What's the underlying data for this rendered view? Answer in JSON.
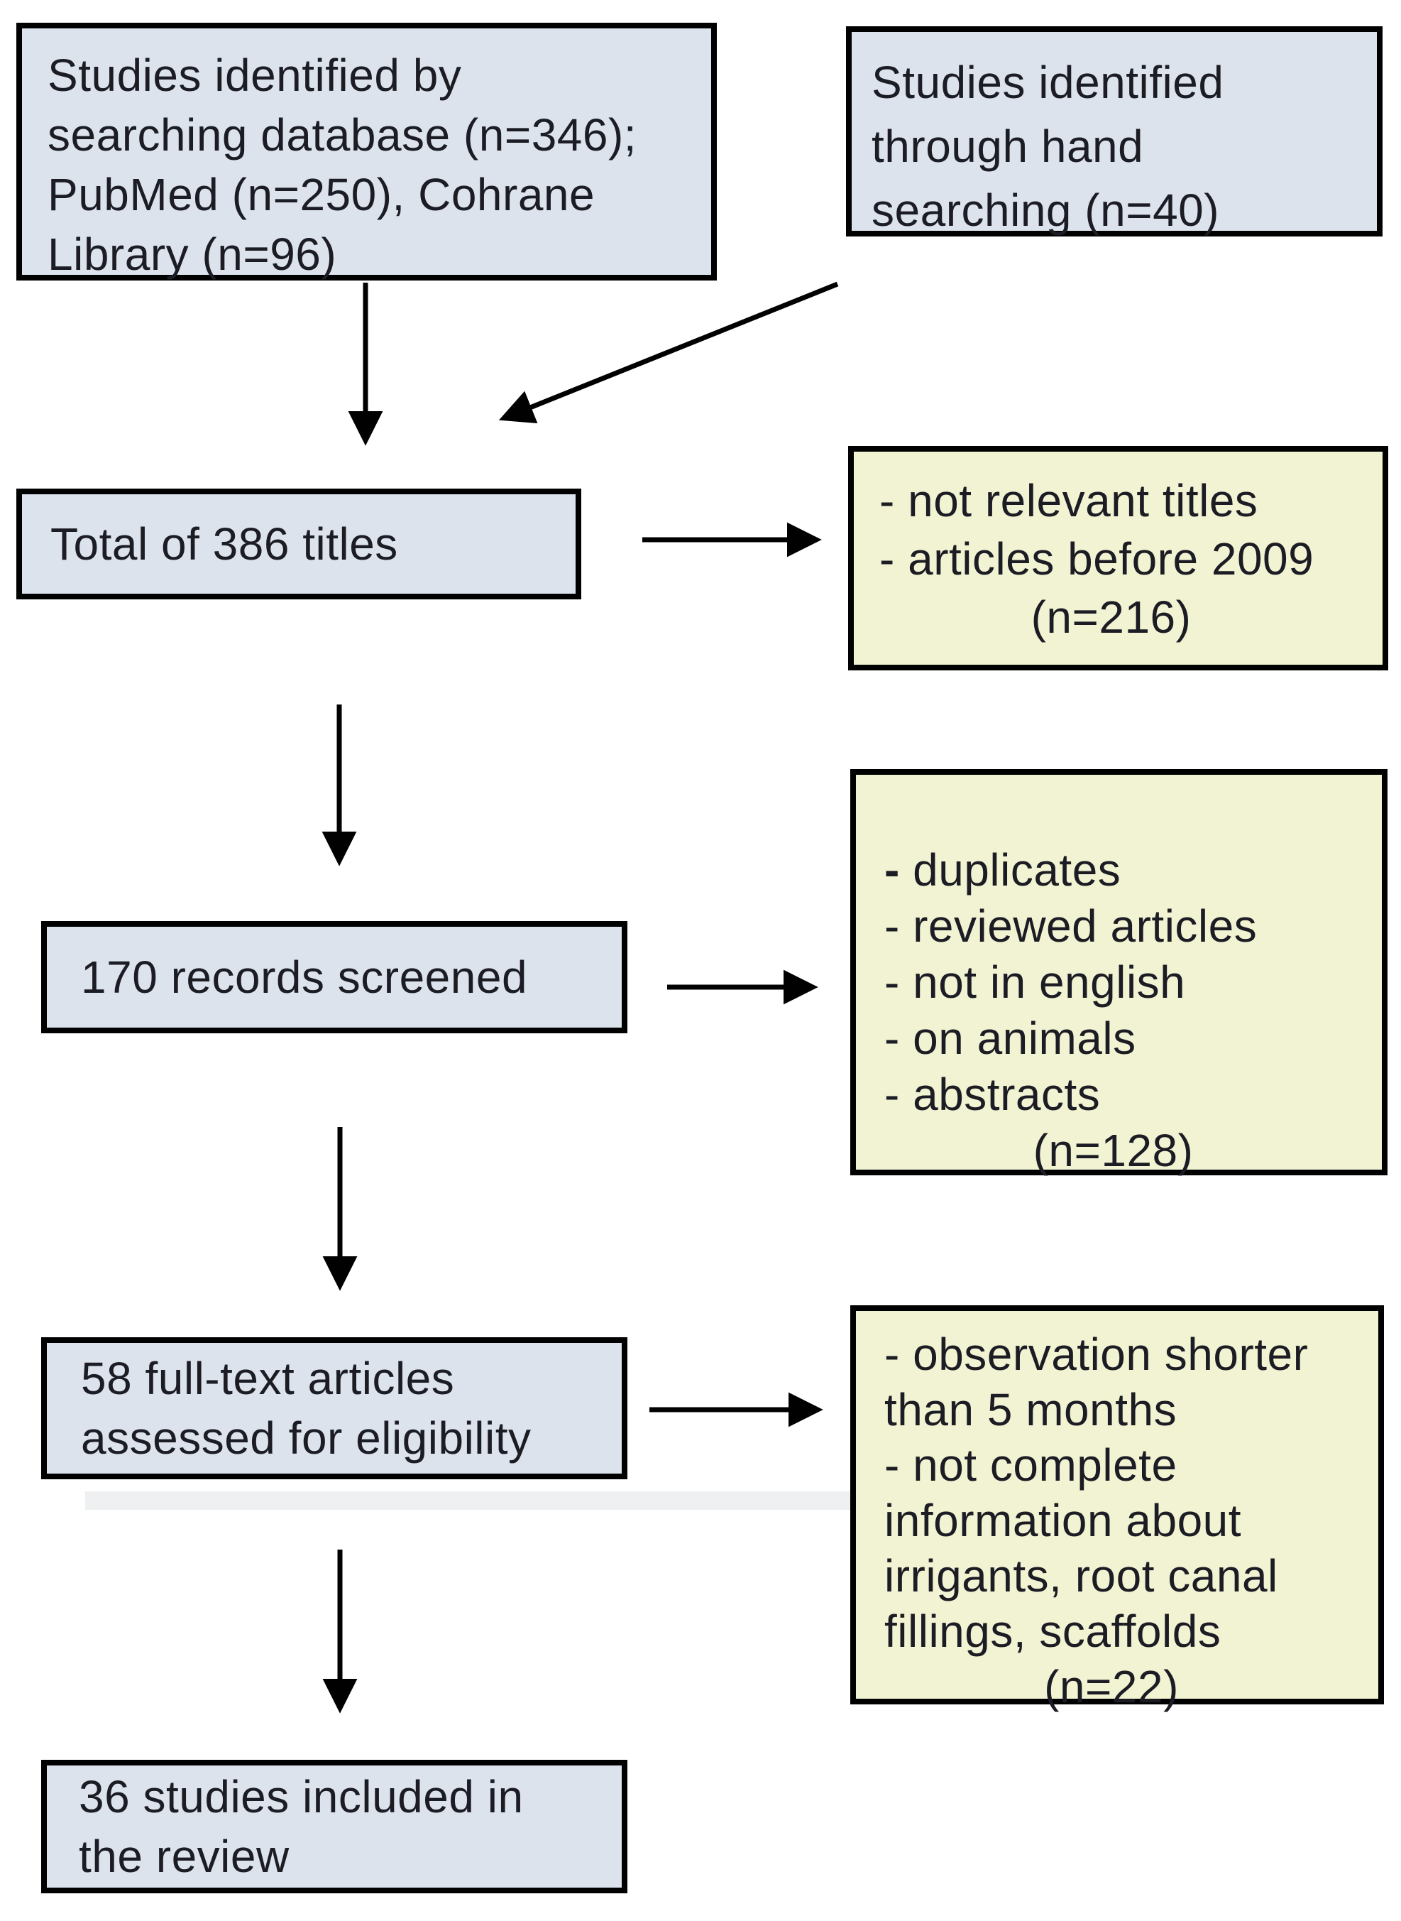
{
  "diagram": {
    "colors": {
      "page_bg": "#ffffff",
      "box_blue": "#dce3ec",
      "box_yellow": "#f2f3d2",
      "border": "#010101",
      "text": "#1c1c24"
    },
    "boxes": {
      "database": {
        "lines": [
          "Studies identified by",
          "searching database (n=346);",
          "PubMed (n=250), Cohrane",
          "Library (n=96)"
        ]
      },
      "hand": {
        "lines": [
          "Studies identified",
          "through hand",
          "searching (n=40)"
        ]
      },
      "total": {
        "lines": [
          "Total of 386 titles"
        ]
      },
      "screened": {
        "lines": [
          "170 records screened"
        ]
      },
      "fulltext": {
        "lines": [
          "58 full-text articles",
          "assessed for eligibility"
        ]
      },
      "included": {
        "lines": [
          "36 studies included in",
          "the review"
        ]
      }
    },
    "exclusions": {
      "titles": {
        "reasons": [
          "- not relevant titles",
          "- articles before 2009"
        ],
        "count": "(n=216)"
      },
      "screening": {
        "reasons": [
          "- duplicates",
          "- reviewed articles",
          "- not in english",
          "- on animals",
          "- abstracts"
        ],
        "count": "(n=128)"
      },
      "eligibility": {
        "reasons": [
          "- observation shorter",
          "than 5 months",
          "- not complete",
          "information about",
          "irrigants, root canal",
          "fillings, scaffolds"
        ],
        "count": "(n=22)"
      }
    }
  }
}
